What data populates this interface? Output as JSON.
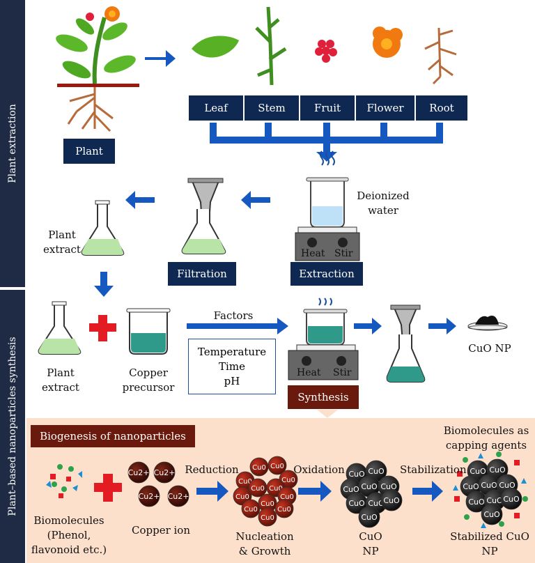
{
  "sections": {
    "plant_extraction": "Plant extraction",
    "synthesis": "Plant–based nanoparticles synthesis"
  },
  "parts": [
    "Leaf",
    "Stem",
    "Fruit",
    "Flower",
    "Root"
  ],
  "plant_label": "Plant",
  "deionized_water": [
    "Deionized",
    "water"
  ],
  "plant_extract": [
    "Plant",
    "extract"
  ],
  "filtration": "Filtration",
  "extraction": "Extraction",
  "hotplate": {
    "heat": "Heat",
    "stir": "Stir"
  },
  "plant_extract2": [
    "Plant",
    "extract"
  ],
  "copper_precursor": [
    "Copper",
    "precursor"
  ],
  "factors": {
    "title": "Factors",
    "items": [
      "Temperature",
      "Time",
      "pH"
    ]
  },
  "synthesis": "Synthesis",
  "cuo_np": "CuO NP",
  "biogenesis": {
    "title": "Biogenesis of nanoparticles",
    "biomolecules": [
      "Biomolecules",
      "(Phenol,",
      "flavonoid etc.)"
    ],
    "copper_ion": "Copper ion",
    "ion_label": "Cu2+",
    "reduction": "Reduction",
    "oxidation": "Oxidation",
    "stabilization": "Stabilization",
    "nucleation": [
      "Nucleation",
      "& Growth"
    ],
    "cu0": "Cu0",
    "cuo_label": "CuO",
    "cuo_np": [
      "CuO",
      "NP"
    ],
    "capping": [
      "Biomolecules as",
      "capping agents"
    ],
    "stabilized": [
      "Stabilized CuO",
      "NP"
    ]
  },
  "colors": {
    "navy": "#0f2851",
    "blue": "#0b4aa8",
    "arrow": "#1558c0",
    "brown": "#6a1a0c",
    "peach": "#fde0cc",
    "red": "#e31b23",
    "sidebar": "#1f2a44"
  }
}
